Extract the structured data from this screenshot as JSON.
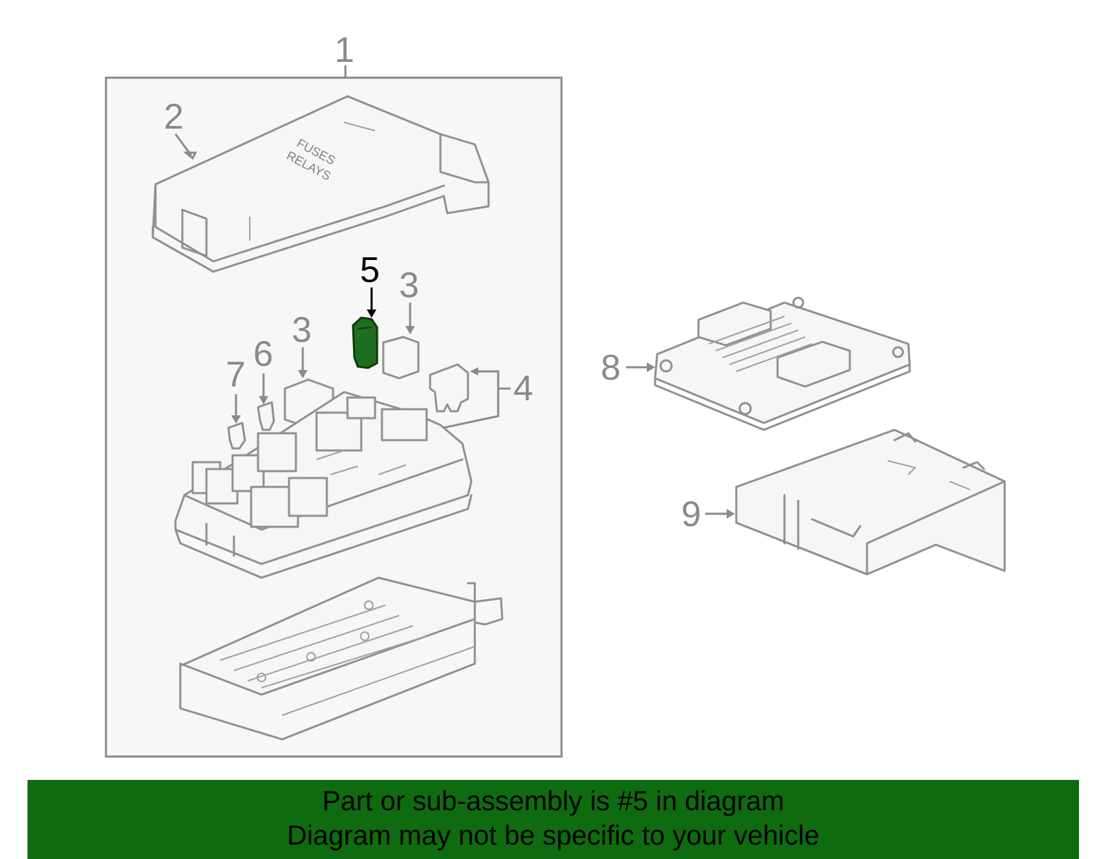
{
  "callouts": {
    "c1": "1",
    "c2": "2",
    "c3a": "3",
    "c3b": "3",
    "c4": "4",
    "c5": "5",
    "c6": "6",
    "c7": "7",
    "c8": "8",
    "c9": "9"
  },
  "cover_text": {
    "line1": "FUSES",
    "line2": "RELAYS"
  },
  "banner": {
    "line1": "Part or sub-assembly is #5 in diagram",
    "line2": "Diagram may not be specific to your vehicle"
  },
  "colors": {
    "highlight": "#1f6e1f",
    "banner": "#0f6b0f",
    "line": "#909090"
  }
}
